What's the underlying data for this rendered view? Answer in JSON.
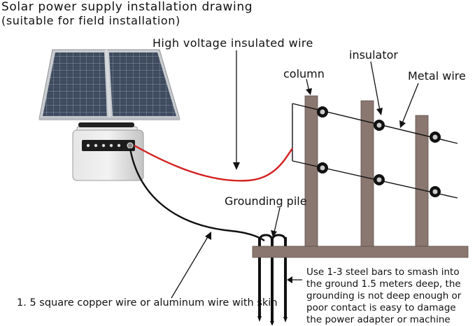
{
  "title": {
    "line1": "Solar power supply installation drawing",
    "line2": "(suitable for field installation)"
  },
  "labels": {
    "high_voltage_wire": "High voltage insulated wire",
    "insulator": "insulator",
    "column": "column",
    "metal_wire": "Metal wire",
    "grounding_pile": "Grounding pile",
    "copper_wire": "1. 5 square copper wire or aluminum wire with skin"
  },
  "note": [
    "Use 1-3 steel bars to smash into",
    "the ground 1.5 meters deep, the",
    "grounding is not deep enough or",
    "poor contact is easy to damage",
    "the power adapter or machine"
  ],
  "colors": {
    "post": "#8a7770",
    "ground_beam": "#8a7770",
    "hv_wire": "#d42020",
    "ground_wire": "#111111",
    "panel_cell": "#3e4a5e",
    "panel_frame": "#c9ccd0",
    "box": "#d9d9d9"
  },
  "icons": [
    "solar-panel-icon",
    "energizer-box-icon",
    "insulator-icon",
    "grounding-rod-icon"
  ]
}
